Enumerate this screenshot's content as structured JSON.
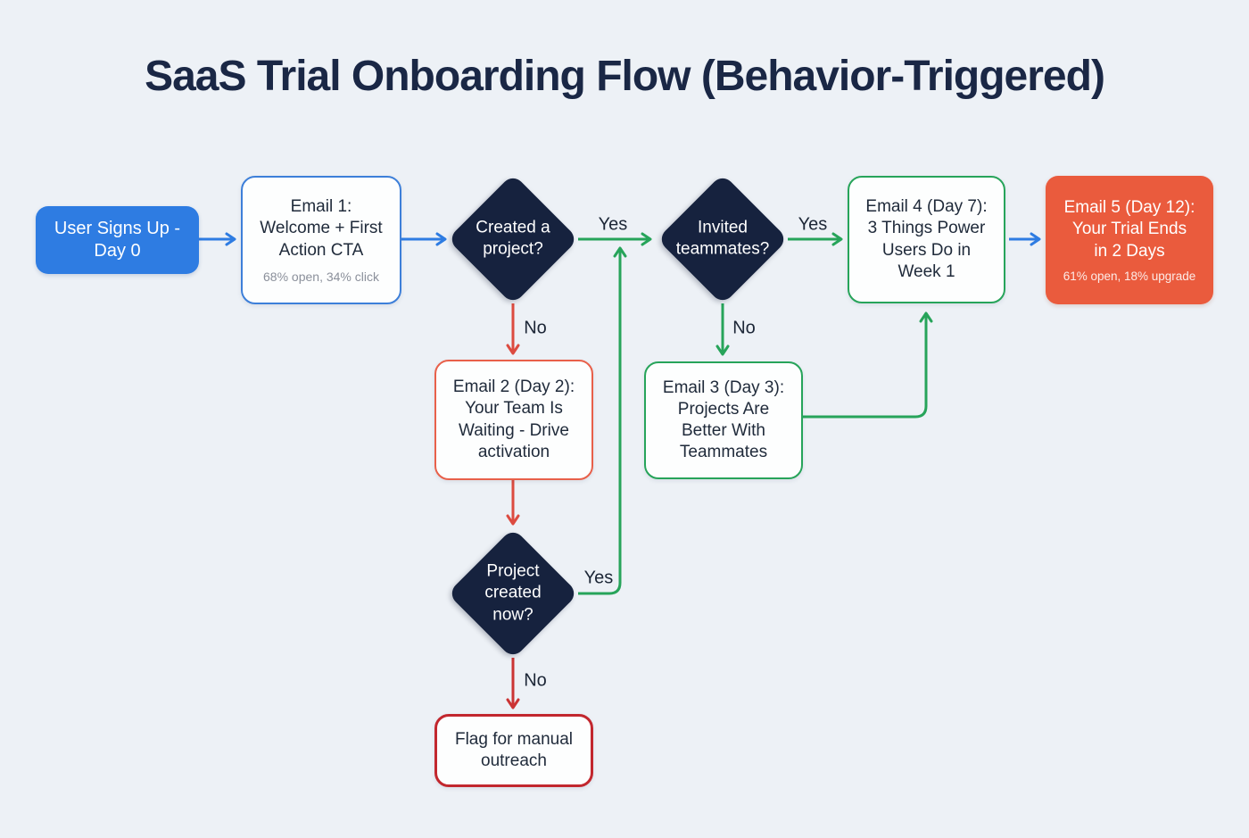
{
  "title": "SaaS Trial Onboarding Flow (Behavior-Triggered)",
  "nodes": {
    "signup": {
      "label": "User Signs Up -\nDay 0"
    },
    "email1": {
      "label": "Email 1:\nWelcome + First\nAction CTA",
      "stats": "68% open, 34% click"
    },
    "decision_created_project": {
      "label": "Created a\nproject?"
    },
    "decision_invited_teammates": {
      "label": "Invited\nteammates?"
    },
    "email4": {
      "label": "Email 4 (Day 7):\n3 Things Power\nUsers Do in\nWeek 1"
    },
    "email5": {
      "label": "Email 5 (Day 12):\nYour Trial Ends\nin 2 Days",
      "stats": "61% open, 18% upgrade"
    },
    "email2": {
      "label": "Email 2 (Day 2):\nYour Team Is\nWaiting - Drive\nactivation"
    },
    "decision_project_created_now": {
      "label": "Project\ncreated\nnow?"
    },
    "flag_manual_outreach": {
      "label": "Flag for manual\noutreach"
    },
    "email3": {
      "label": "Email 3 (Day 3):\nProjects Are\nBetter With\nTeammates"
    }
  },
  "edge_labels": {
    "created_project_yes": "Yes",
    "created_project_no": "No",
    "invited_teammates_yes": "Yes",
    "invited_teammates_no": "No",
    "project_created_now_yes": "Yes",
    "project_created_now_no": "No"
  },
  "colors": {
    "background": "#edf1f6",
    "title_text": "#1a2745",
    "node_text": "#1f2a3a",
    "stats_gray": "#8b909b",
    "blue": "#2e7ce2",
    "green": "#27a45a",
    "red": "#dc4b40",
    "dark_red": "#c2272e",
    "orange": "#ea5b3d",
    "diamond_navy": "#16223e"
  }
}
